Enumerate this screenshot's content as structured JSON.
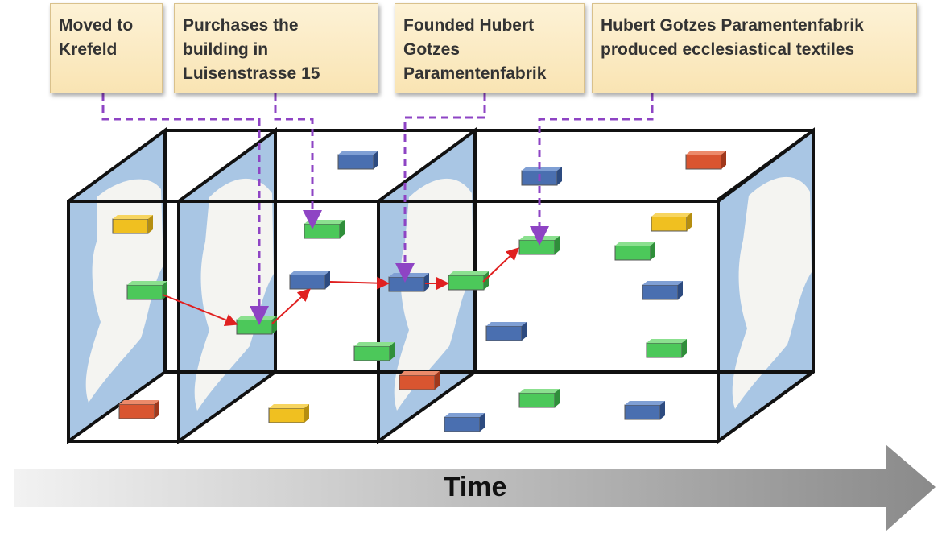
{
  "events": [
    {
      "label": "Moved to\nKrefeld"
    },
    {
      "label": "Purchases the\nbuilding in\nLuisenstrasse 15"
    },
    {
      "label": "Founded Hubert\nGotzes\nParamentenfabrik"
    },
    {
      "label": "Hubert Gotzes Paramentenfabrik\nproduced ecclesiastical textiles"
    }
  ],
  "time_label": "Time",
  "colors": {
    "callout_fill": "#f9e4b3",
    "connector": "#8e44c4",
    "trajectory": "#e02020",
    "block_green": "#4cc85a",
    "block_blue": "#4a6fb0",
    "block_yellow": "#f0c020",
    "block_red": "#d95530",
    "map_water": "#a9c6e4",
    "map_land": "#f4f4f1"
  },
  "icons": [
    "event-block",
    "map-plane",
    "time-arrow"
  ]
}
